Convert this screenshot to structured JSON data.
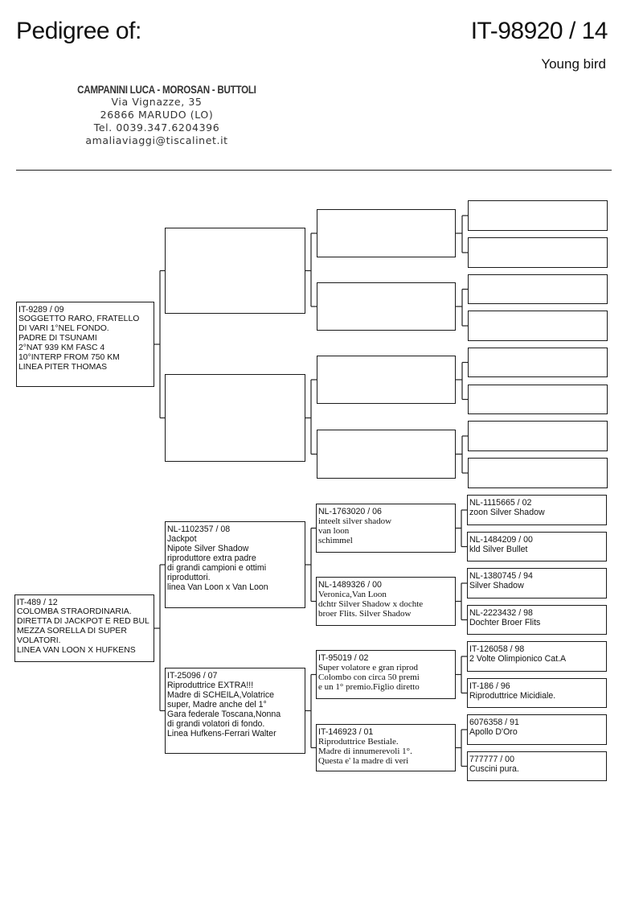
{
  "header": {
    "title": "Pedigree of:",
    "ring": "IT-98920 / 14",
    "age": "Young bird"
  },
  "owner": {
    "name": "CAMPANINI LUCA - MOROSAN - BUTTOLI",
    "address": "Via Vignazze, 35",
    "city": "26866 MARUDO (LO)",
    "phone": "Tel. 0039.347.6204396",
    "email": "amaliaviaggi@tiscalinet.it"
  },
  "pedigree": {
    "sire": {
      "ring": "IT-9289 / 09",
      "lines": [
        "SOGGETTO RARO, FRATELLO",
        "DI VARI 1°NEL FONDO.",
        "PADRE DI TSUNAMI",
        "2°NAT 939 KM FASC 4",
        "10°INTERP FROM 750 KM",
        "LINEA PITER THOMAS"
      ]
    },
    "dam": {
      "ring": "IT-489 / 12",
      "lines": [
        "COLOMBA STRAORDINARIA.",
        "DIRETTA DI JACKPOT E RED BUL",
        "MEZZA SORELLA DI SUPER",
        "VOLATORI.",
        "LINEA VAN LOON X HUFKENS"
      ]
    },
    "ss": {
      "ring": "",
      "lines": []
    },
    "sd": {
      "ring": "",
      "lines": []
    },
    "ds": {
      "ring": "NL-1102357 / 08",
      "lines": [
        "Jackpot",
        "Nipote Silver Shadow",
        "riproduttore extra padre",
        "di grandi campioni e ottimi",
        "riproduttori.",
        "linea Van Loon x Van Loon"
      ]
    },
    "dd": {
      "ring": "IT-25096 / 07",
      "lines": [
        "Riproduttrice EXTRA!!!",
        "Madre di SCHEILA,Volatrice",
        "super, Madre anche del 1°",
        "Gara federale Toscana,Nonna",
        "di grandi volatori di fondo.",
        "Linea Hufkens-Ferrari Walter"
      ]
    },
    "sss": {
      "ring": "",
      "lines": []
    },
    "ssd": {
      "ring": "",
      "lines": []
    },
    "sds": {
      "ring": "",
      "lines": []
    },
    "sdd": {
      "ring": "",
      "lines": []
    },
    "dss": {
      "ring": "NL-1763020 / 06",
      "lines": [
        "inteelt silver shadow",
        "van loon",
        "schimmel"
      ]
    },
    "dsd": {
      "ring": "NL-1489326 / 00",
      "lines": [
        "Veronica,Van Loon",
        "dchtr Silver Shadow x dochte",
        "broer Flits. Silver Shadow"
      ]
    },
    "dds": {
      "ring": "IT-95019 / 02",
      "lines": [
        "Super volatore e gran riprod",
        "Colombo con circa 50 premi",
        "e un 1° premio.Figlio diretto"
      ]
    },
    "ddd": {
      "ring": "IT-146923 / 01",
      "lines": [
        "Riproduttrice Bestiale.",
        "Madre di innumerevoli 1°.",
        "Questa e' la madre di veri"
      ]
    },
    "g1": {
      "ring": "",
      "lines": []
    },
    "g2": {
      "ring": "",
      "lines": []
    },
    "g3": {
      "ring": "",
      "lines": []
    },
    "g4": {
      "ring": "",
      "lines": []
    },
    "g5": {
      "ring": "",
      "lines": []
    },
    "g6": {
      "ring": "",
      "lines": []
    },
    "g7": {
      "ring": "",
      "lines": []
    },
    "g8": {
      "ring": "",
      "lines": []
    },
    "g9": {
      "ring": "NL-1115665 / 02",
      "lines": [
        "zoon Silver Shadow"
      ]
    },
    "g10": {
      "ring": "NL-1484209 / 00",
      "lines": [
        "kld Silver Bullet"
      ]
    },
    "g11": {
      "ring": "NL-1380745 / 94",
      "lines": [
        "Silver Shadow"
      ]
    },
    "g12": {
      "ring": "NL-2223432 / 98",
      "lines": [
        "Dochter Broer Flits"
      ]
    },
    "g13": {
      "ring": "IT-126058 / 98",
      "lines": [
        "2 Volte Olimpionico Cat.A"
      ]
    },
    "g14": {
      "ring": "IT-186 / 96",
      "lines": [
        "Riproduttrice Micidiale."
      ]
    },
    "g15": {
      "ring": "6076358 / 91",
      "lines": [
        "Apollo D'Oro"
      ]
    },
    "g16": {
      "ring": "777777 / 00",
      "lines": [
        "Cuscini pura."
      ]
    }
  }
}
